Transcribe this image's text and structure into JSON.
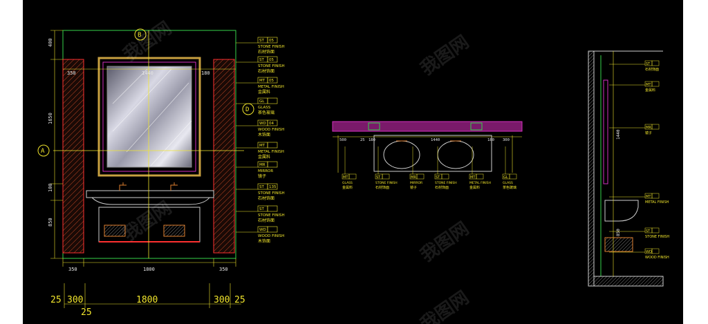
{
  "elevation": {
    "top_dim_left": "350",
    "top_dim_mid": "1440",
    "top_dim_right": "180",
    "dim_top_h": "400",
    "dim_mirror_h": "1650",
    "dim_basin_h": "100",
    "dim_cabinet_h": "850",
    "bottom_dim_left": "350",
    "bottom_dim_mid": "1800",
    "bottom_dim_right": "350",
    "marker_b": "B",
    "marker_a": "A",
    "marker_d": "D"
  },
  "tags": [
    {
      "code": "ST",
      "num": "05",
      "en": "STONE FINISH",
      "zh": "石材饰面"
    },
    {
      "code": "ST",
      "num": "05",
      "en": "STONE FINISH",
      "zh": "石材饰面"
    },
    {
      "code": "MT",
      "num": "05",
      "en": "METAL FINISH",
      "zh": "金属料"
    },
    {
      "code": "GL",
      "num": "",
      "en": "GLASS",
      "zh": "茶色玻璃"
    },
    {
      "code": "WD",
      "num": "04",
      "en": "WOOD FINISH",
      "zh": "木饰面"
    },
    {
      "code": "MT",
      "num": "",
      "en": "METAL FINISH",
      "zh": "金属料"
    },
    {
      "code": "MR",
      "num": "",
      "en": "MIRROR",
      "zh": "镜子"
    },
    {
      "code": "ST",
      "num": "135",
      "en": "STONE FINISH",
      "zh": "石材饰面"
    },
    {
      "code": "ST",
      "num": "",
      "en": "STONE FINISH",
      "zh": "石材饰面"
    },
    {
      "code": "WD",
      "num": "",
      "en": "WOOD FINISH",
      "zh": "木饰面"
    }
  ],
  "plan": {
    "dims": [
      "500",
      "25",
      "180",
      "1440",
      "180",
      "300"
    ],
    "tags": [
      {
        "code": "MT",
        "en": "GLASS",
        "zh": "金属料"
      },
      {
        "code": "ST",
        "en": "STONE FINISH",
        "zh": "石材饰面"
      },
      {
        "code": "MR",
        "en": "MIRROR",
        "zh": "镜子"
      },
      {
        "code": "ST",
        "en": "STONE FINISH",
        "zh": "石材饰面"
      },
      {
        "code": "MT",
        "en": "METAL FINISH",
        "zh": "金属料"
      },
      {
        "code": "GL",
        "en": "GLASS",
        "zh": "茶色玻璃"
      }
    ]
  },
  "section": {
    "dims": [
      "1440",
      "850"
    ],
    "tags": [
      {
        "code": "ST",
        "zh": "石材饰面"
      },
      {
        "code": "MT",
        "zh": "金属料"
      },
      {
        "code": "MR",
        "zh": "镜子"
      },
      {
        "code": "MT",
        "zh": "METAL FINISH"
      },
      {
        "code": "ST",
        "zh": "STONE FINISH"
      },
      {
        "code": "WD",
        "zh": "WOOD FINISH"
      }
    ]
  },
  "footer": {
    "d1": "25",
    "d2": "300",
    "d3": "1800",
    "d4": "300",
    "d5": "25",
    "d6": "25"
  },
  "watermark": "我图网",
  "colors": {
    "bg": "#000000",
    "dim": "#f2e62c",
    "wall": "#ff3030",
    "green": "#36d44a",
    "magenta": "#d42fbf",
    "cyan": "#4ad0e0"
  }
}
